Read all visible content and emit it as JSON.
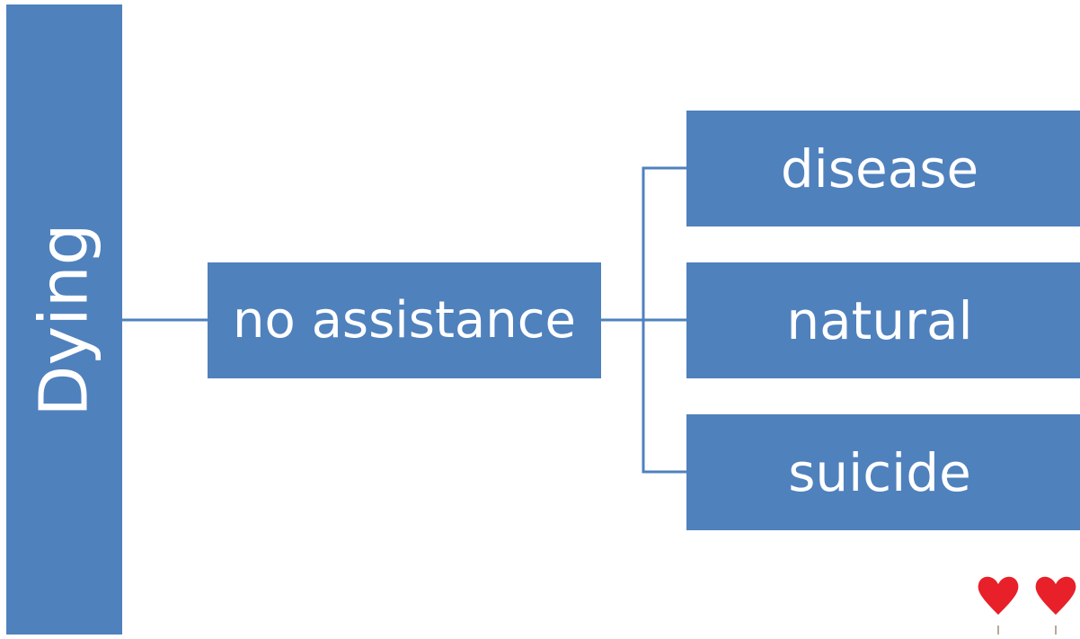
{
  "diagram": {
    "root": {
      "label": "Dying"
    },
    "middle": {
      "label": "no assistance"
    },
    "leaves": [
      {
        "label": "disease"
      },
      {
        "label": "natural"
      },
      {
        "label": "suicide"
      }
    ]
  },
  "colors": {
    "box_fill": "#4f81bd",
    "connector": "#4f81bd",
    "text": "#ffffff",
    "heart": "#e8202a"
  },
  "decoration": {
    "icon": "hearts-icon"
  }
}
